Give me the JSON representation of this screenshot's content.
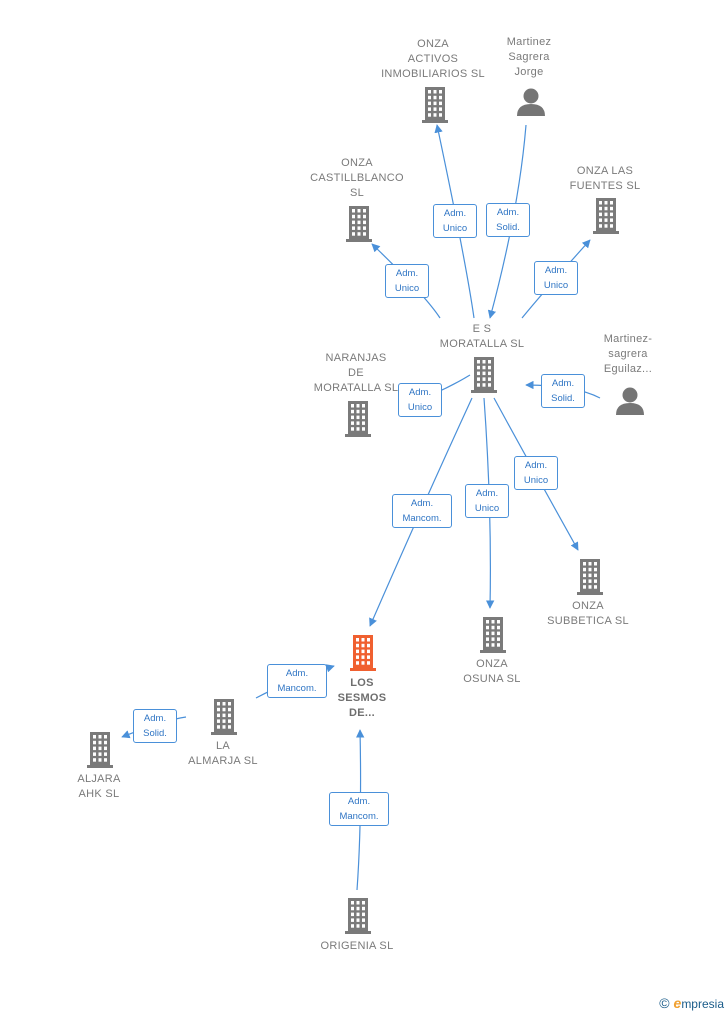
{
  "colors": {
    "edge": "#4a90d9",
    "company": "#7a7a7a",
    "focus": "#f06030",
    "person": "#757575"
  },
  "nodes": [
    {
      "id": "onza-activos",
      "type": "company",
      "label": "ONZA\nACTIVOS\nINMOBILIARIOS SL"
    },
    {
      "id": "martinez-jorge",
      "type": "person",
      "label": "Martinez\nSagrera\nJorge"
    },
    {
      "id": "onza-castillblanco",
      "type": "company",
      "label": "ONZA\nCASTILLBLANCO\nSL"
    },
    {
      "id": "onza-las-fuentes",
      "type": "company",
      "label": "ONZA LAS\nFUENTES  SL"
    },
    {
      "id": "es-moratalla",
      "type": "company",
      "label": "E S\nMORATALLA SL"
    },
    {
      "id": "naranjas",
      "type": "company",
      "label": "NARANJAS\nDE\nMORATALLA SL"
    },
    {
      "id": "martinez-eguilaz",
      "type": "person",
      "label": "Martinez-\nsagrera\nEguilaz..."
    },
    {
      "id": "onza-subbetica",
      "type": "company",
      "label": "ONZA\nSUBBETICA  SL"
    },
    {
      "id": "onza-osuna",
      "type": "company",
      "label": "ONZA\nOSUNA  SL"
    },
    {
      "id": "los-sesmos",
      "type": "focus",
      "label": "LOS\nSESMOS\nDE..."
    },
    {
      "id": "la-almarja",
      "type": "company",
      "label": "LA\nALMARJA SL"
    },
    {
      "id": "aljara",
      "type": "company",
      "label": "ALJARA\nAHK  SL"
    },
    {
      "id": "origenia",
      "type": "company",
      "label": "ORIGENIA  SL"
    }
  ],
  "edges": [
    {
      "from": "es-moratalla",
      "to": "onza-activos",
      "label": "Adm.\nUnico"
    },
    {
      "from": "martinez-jorge",
      "to": "es-moratalla",
      "label": "Adm.\nSolid."
    },
    {
      "from": "es-moratalla",
      "to": "onza-castillblanco",
      "label": "Adm.\nUnico"
    },
    {
      "from": "es-moratalla",
      "to": "onza-las-fuentes",
      "label": "Adm.\nUnico"
    },
    {
      "from": "es-moratalla",
      "to": "naranjas",
      "label": "Adm.\nUnico"
    },
    {
      "from": "martinez-eguilaz",
      "to": "es-moratalla",
      "label": "Adm.\nSolid."
    },
    {
      "from": "es-moratalla",
      "to": "onza-subbetica",
      "label": "Adm.\nUnico"
    },
    {
      "from": "es-moratalla",
      "to": "onza-osuna",
      "label": "Adm.\nUnico"
    },
    {
      "from": "es-moratalla",
      "to": "los-sesmos",
      "label": "Adm.\nMancom."
    },
    {
      "from": "la-almarja",
      "to": "los-sesmos",
      "label": "Adm.\nMancom."
    },
    {
      "from": "la-almarja",
      "to": "aljara",
      "label": "Adm.\nSolid."
    },
    {
      "from": "origenia",
      "to": "los-sesmos",
      "label": "Adm.\nMancom."
    }
  ],
  "brand": {
    "copyright": "©",
    "initial": "e",
    "name": "mpresia"
  }
}
